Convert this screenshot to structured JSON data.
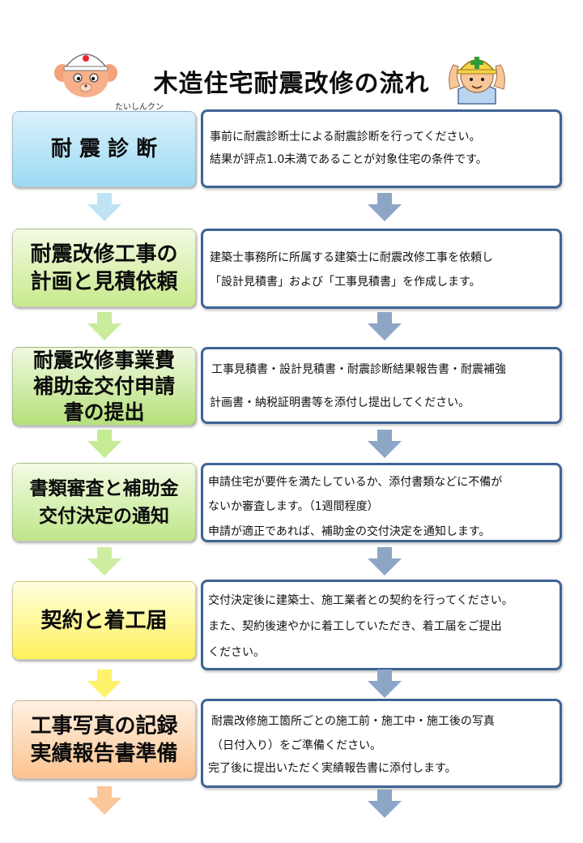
{
  "page": {
    "title": "木造住宅耐震改修の流れ",
    "mascot_caption": "たいしんクン"
  },
  "steps": [
    {
      "label": "耐 震 診 断",
      "description": [
        "事前に耐震診断士による耐震診断を行ってください。",
        "結果が評点1.0未満であることが対象住宅の条件です。"
      ]
    },
    {
      "label": "耐震改修工事の\n計画と見積依頼",
      "description": [
        "建築士事務所に所属する建築士に耐震改修工事を依頼し",
        "「設計見積書」および「工事見積書」を作成します。"
      ]
    },
    {
      "label": "耐震改修事業費\n補助金交付申請\n書の提出",
      "description": [
        "工事見積書・設計見積書・耐震診断結果報告書・耐震補強",
        "計画書・納税証明書等を添付し提出してください。"
      ]
    },
    {
      "label": "書類審査と補助金\n交付決定の通知",
      "description": [
        "申請住宅が要件を満たしているか、添付書類などに不備が",
        "ないか審査します。（1週間程度）",
        "申請が適正であれば、補助金の交付決定を通知します。"
      ]
    },
    {
      "label": "契約と着工届",
      "description": [
        "交付決定後に建築士、施工業者との契約を行ってください。",
        "また、契約後速やかに着工していただき、着工届をご提出",
        "ください。"
      ]
    },
    {
      "label": "工事写真の記録\n実績報告書準備",
      "description": [
        "耐震改修施工箇所ごとの施工前・施工中・施工後の写真",
        "（日付入り）をご準備ください。",
        "完了後に提出いただく実績報告書に添付します。"
      ]
    }
  ],
  "colors": {
    "desc_border": "#3e6496",
    "right_arrow": "#8ea6c6",
    "left_arrows": [
      "#bfe3f5",
      "#c9ec9c",
      "#c6eb95",
      "#cdeea0",
      "#fff26b",
      "#fbc79a"
    ]
  }
}
